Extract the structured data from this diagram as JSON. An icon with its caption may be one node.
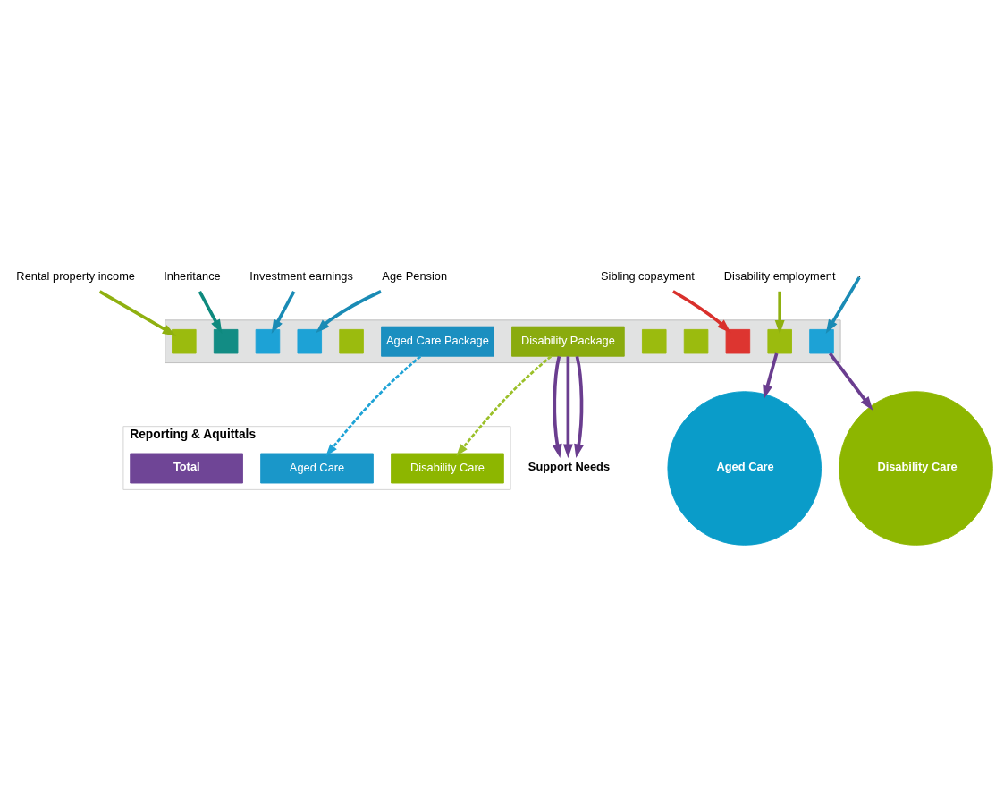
{
  "diagram": {
    "nodes": [
      {
        "text": [
          "Rental property income"
        ]
      },
      {
        "text": [
          "Reporting & Aquittals"
        ]
      },
      {
        "text": [
          "Aged Care"
        ],
        "in": 1
      },
      {
        "text": [
          "Disability Care"
        ],
        "in": 1
      },
      {
        "text": [
          "Total"
        ],
        "in": 1
      },
      {
        "text": [
          "Inheritance"
        ]
      },
      {
        "text": [
          "Investment earnings"
        ]
      },
      {
        "text": [
          "Age Pension"
        ]
      },
      {
        "text": [
          "Sibling copayment"
        ]
      },
      {
        "text": [
          "Disability employment"
        ]
      },
      {
        "text": [],
        "shape": "box"
      },
      {
        "text": [],
        "shape": "box",
        "in": 10
      },
      {
        "text": [],
        "shape": "box",
        "in": 10
      },
      {
        "text": [],
        "shape": "box",
        "in": 10
      },
      {
        "text": [],
        "shape": "box",
        "in": 10
      },
      {
        "text": [],
        "shape": "box",
        "in": 10
      },
      {
        "text": [
          "Aged Care Package"
        ],
        "in": 10
      },
      {
        "text": [
          "Disability Package"
        ],
        "in": 10
      },
      {
        "text": [],
        "shape": "box",
        "in": 10
      },
      {
        "text": [],
        "shape": "box",
        "in": 10
      },
      {
        "text": [],
        "shape": "box",
        "in": 10
      },
      {
        "text": [],
        "shape": "box",
        "in": 10
      },
      {
        "text": [],
        "shape": "box",
        "in": 10
      },
      {
        "text": [
          "Support Needs"
        ]
      },
      {
        "text": [
          "Aged Care"
        ]
      },
      {
        "text": [
          "Disability Care"
        ]
      }
    ],
    "edges": [
      {
        "from": 0,
        "to": 11,
        "arrow": "to",
        "color": "#8fb010"
      },
      {
        "from": 5,
        "to": 12,
        "arrow": "to",
        "color": "#0e8a7e"
      },
      {
        "from": 6,
        "to": 13,
        "arrow": "to",
        "color": "#1a8bb5"
      },
      {
        "from": 7,
        "to": 19,
        "arrow": "to",
        "color": "#1a8bb5"
      },
      {
        "from": 8,
        "to": 20,
        "arrow": "to",
        "color": "#d9302c"
      },
      {
        "from": 9,
        "to": 21,
        "arrow": "to",
        "color": "#8fb010"
      },
      {
        "from": null,
        "to": 22,
        "arrow": "to",
        "color": "#1a8bb5"
      },
      {
        "from": 16,
        "to": 2,
        "arrow": "to",
        "style": "dashed",
        "color": "#1fa3d6"
      },
      {
        "from": 17,
        "to": 3,
        "arrow": "to",
        "style": "dashed",
        "color": "#9bc02a"
      },
      {
        "from": 21,
        "to": 24,
        "arrow": "to",
        "color": "#6a3d8f"
      },
      {
        "from": 17,
        "to": 23,
        "arrow": "to",
        "color": "#6a3d8f"
      },
      {
        "from": 17,
        "to": 23,
        "arrow": "to",
        "color": "#6a3d8f"
      },
      {
        "from": 17,
        "to": 23,
        "arrow": "to",
        "color": "#6a3d8f"
      },
      {
        "from": 22,
        "to": 25,
        "arrow": "to",
        "color": "#6a3d8f"
      }
    ]
  }
}
